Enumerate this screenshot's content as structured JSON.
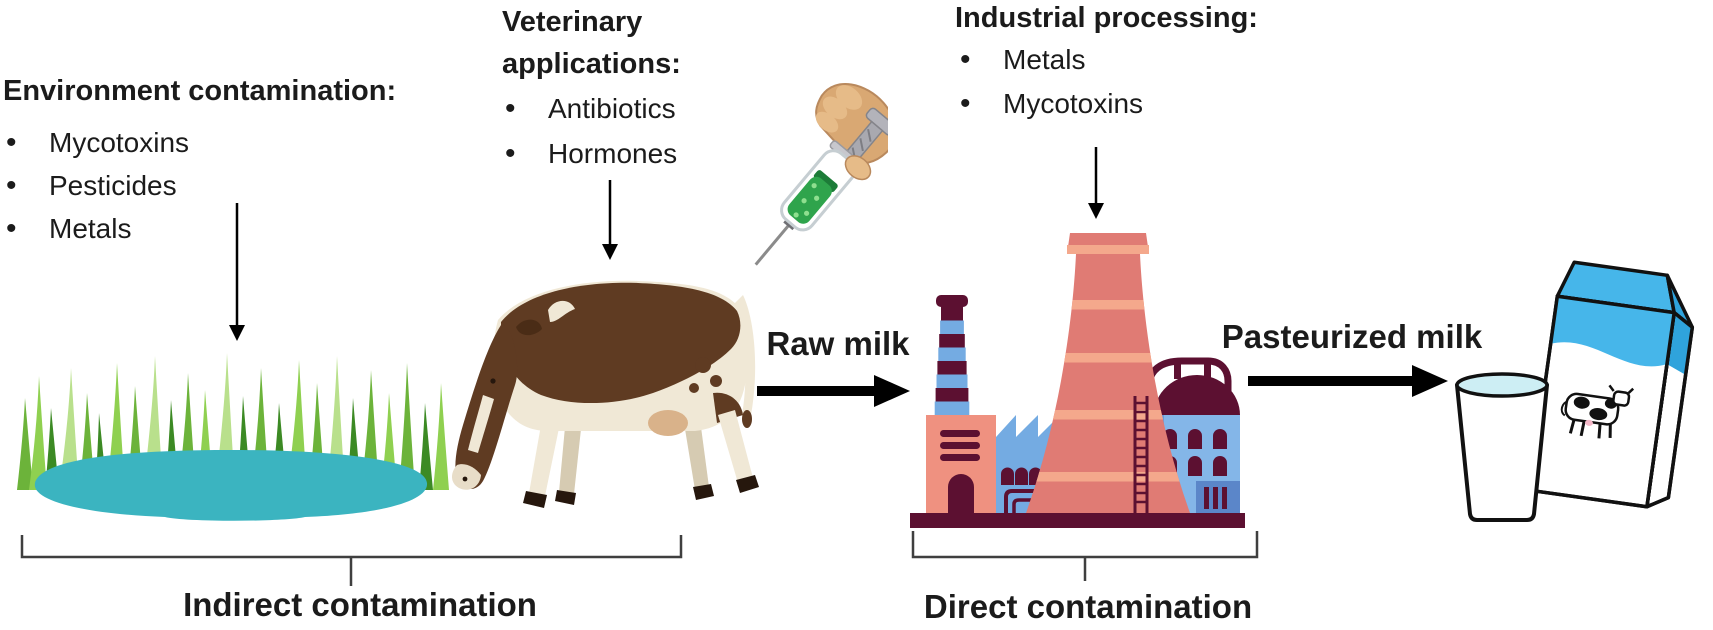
{
  "annotations": {
    "environment": {
      "title": "Environment contamination:",
      "items": [
        "Mycotoxins",
        "Pesticides",
        "Metals"
      ]
    },
    "veterinary": {
      "title_line1": "Veterinary",
      "title_line2": "applications:",
      "items": [
        "Antibiotics",
        "Hormones"
      ]
    },
    "industrial": {
      "title": "Industrial processing:",
      "items": [
        "Metals",
        "Mycotoxins"
      ]
    },
    "raw_milk": "Raw milk",
    "pasteurized_milk": "Pasteurized milk",
    "indirect": "Indirect contamination",
    "direct": "Direct contamination"
  },
  "icons": {
    "grass": "grass-clump-icon",
    "pond": "water-pond-icon",
    "cow": "grazing-cow-icon",
    "syringe": "syringe-in-hand-icon",
    "factory": "processing-plant-icon",
    "milk_glass": "glass-of-milk-icon",
    "milk_carton": "milk-carton-icon",
    "arrow_down": "down-arrow-icon",
    "arrow_right": "right-arrow-icon",
    "bracket": "range-bracket-icon"
  },
  "colors": {
    "text": "#1b1b1b",
    "arrow": "#000000",
    "bracket": "#3f3f3f",
    "grass_light": "#8fd050",
    "grass_mid": "#6cb33a",
    "grass_dark": "#3c8a24",
    "grass_pale": "#b9e08c",
    "pond_teal": "#3bb4c0",
    "cow_brown": "#5f3b22",
    "cow_cream": "#f0e8d6",
    "cow_shade": "#d6cbb2",
    "udder_tan": "#d9b28a",
    "hoof_dark": "#26170d",
    "factory_salmon": "#e07b74",
    "factory_salmon_light": "#f4a88c",
    "factory_maroon": "#5c1031",
    "factory_blue": "#74abe2",
    "tank_blue": "#84b6e8",
    "shadow_navy": "#47659e",
    "syringe_green": "#2fa44c",
    "syringe_green_light": "#8fdf8f",
    "plunger_gray": "#a9a9b0",
    "hand_tan": "#d9a873",
    "hand_tan_light": "#e6bb88",
    "carton_blue": "#46b6ea",
    "carton_blue_dark": "#2fa3dc",
    "milk_surface": "#cdeef4",
    "outline_black": "#111111"
  }
}
